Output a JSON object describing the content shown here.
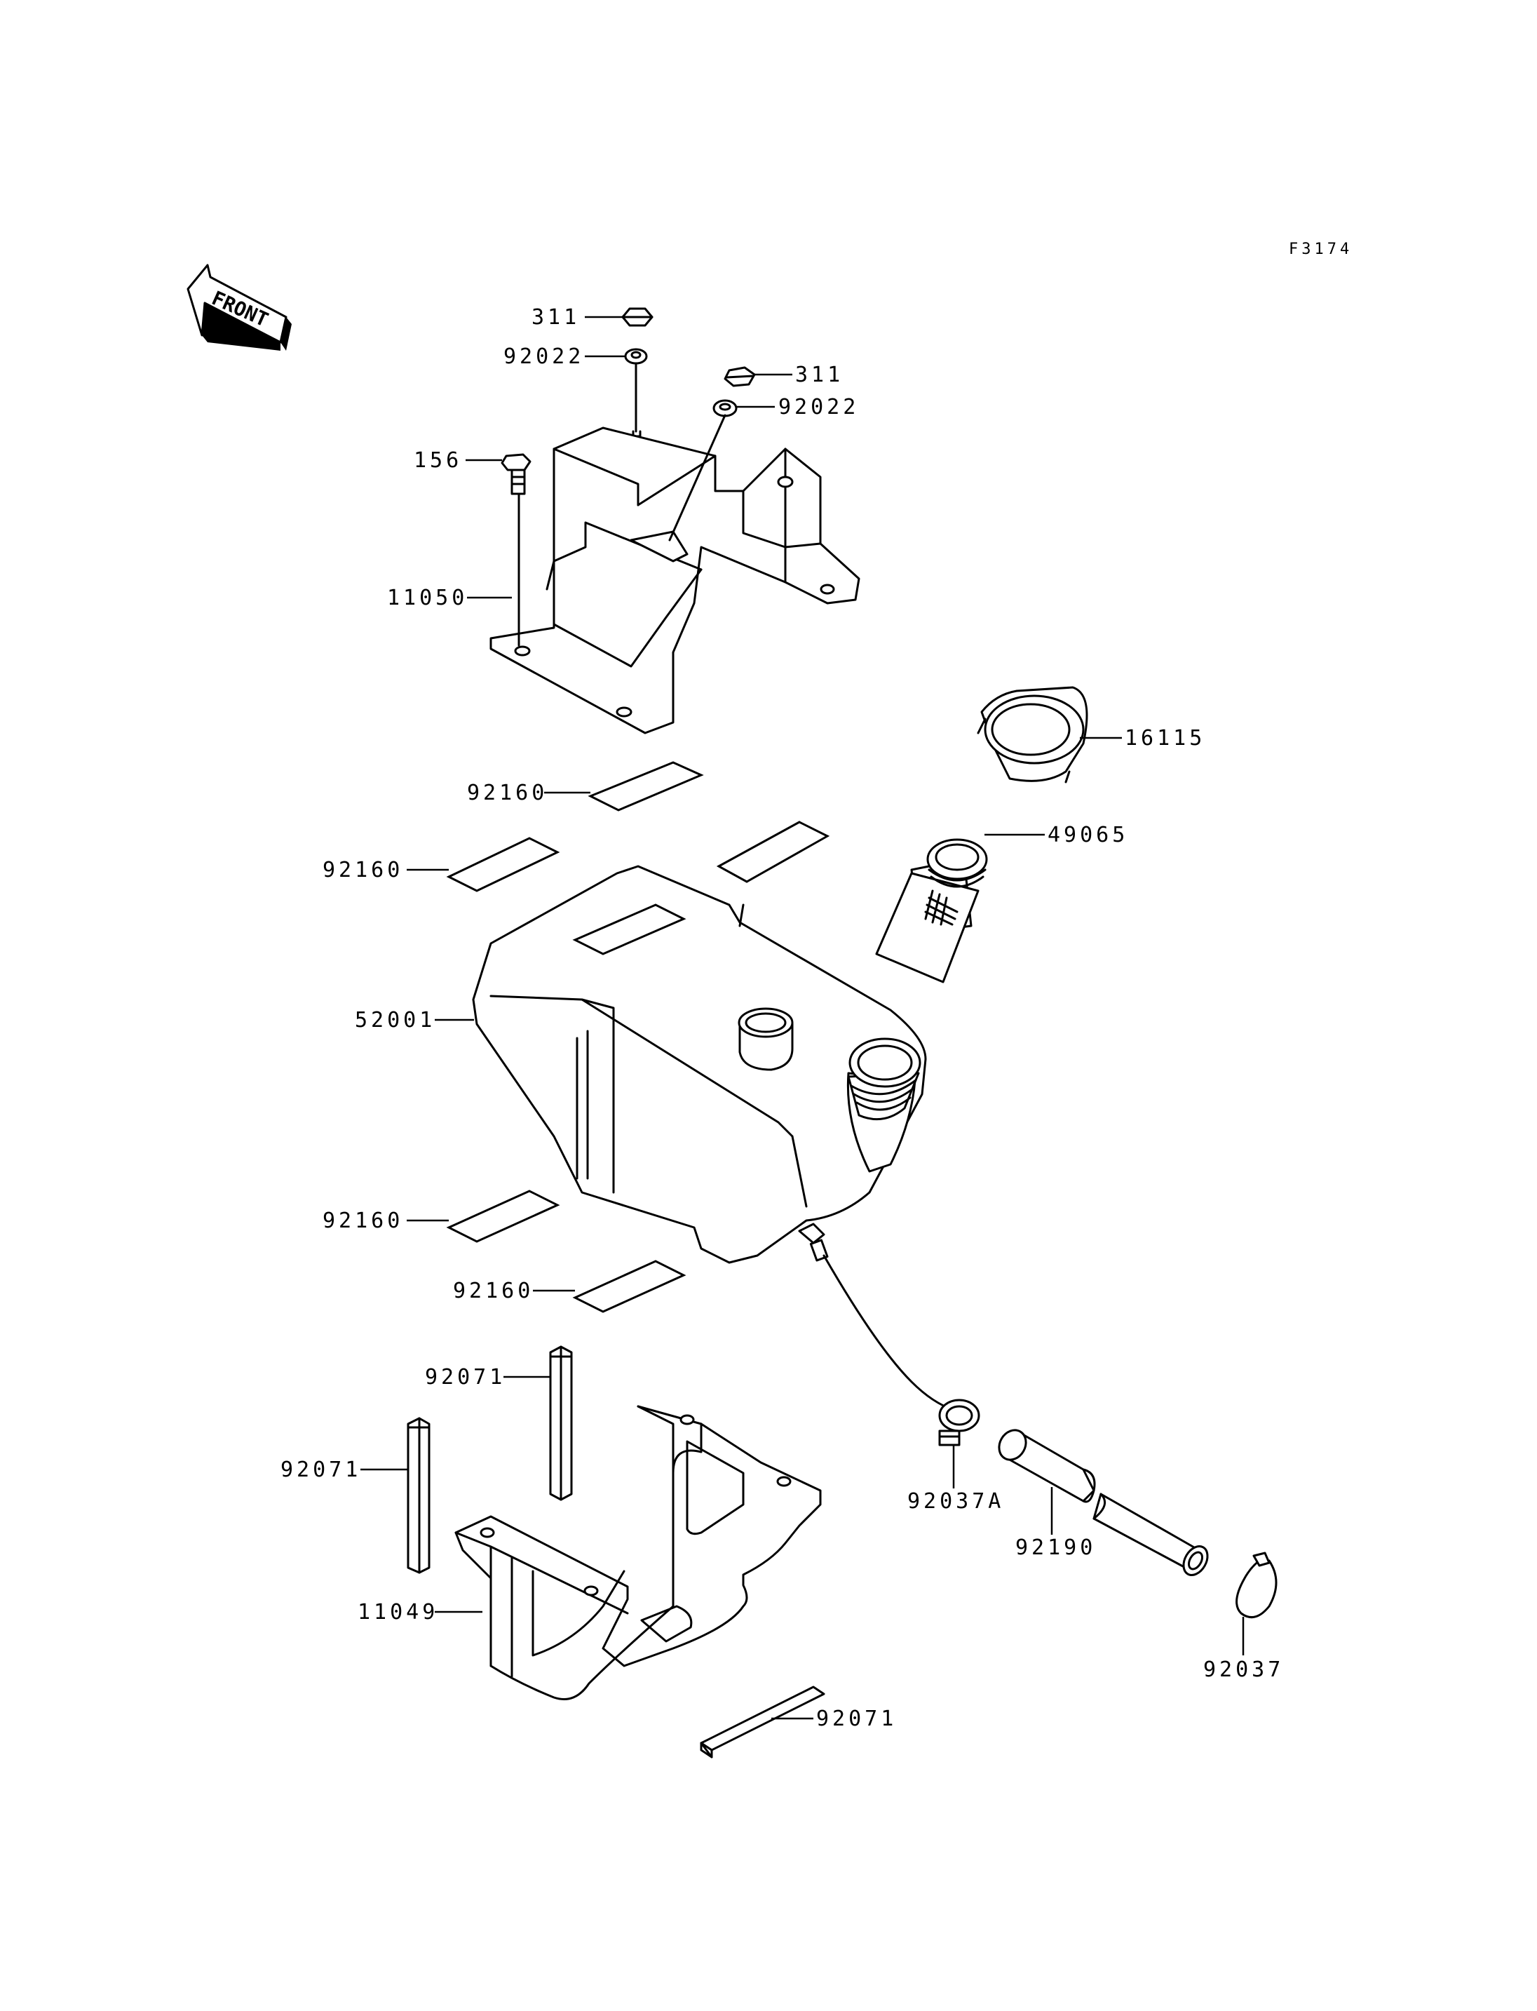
{
  "figure_ref": "F3174",
  "front_indicator": "FRONT",
  "part_labels": {
    "nut_upper_left": "311",
    "washer_upper_left": "92022",
    "nut_upper_right": "311",
    "washer_upper_right": "92022",
    "bolt": "156",
    "upper_bracket": "11050",
    "cap": "16115",
    "filler_strainer": "49065",
    "pad_top": "92160",
    "pad_left": "92160",
    "tank": "52001",
    "pad_bottom_left": "92160",
    "pad_bottom": "92160",
    "rubber_mid": "92071",
    "rubber_left": "92071",
    "lower_bracket": "11049",
    "rubber_bottom": "92071",
    "clamp_a": "92037A",
    "hose": "92190",
    "clamp": "92037"
  }
}
